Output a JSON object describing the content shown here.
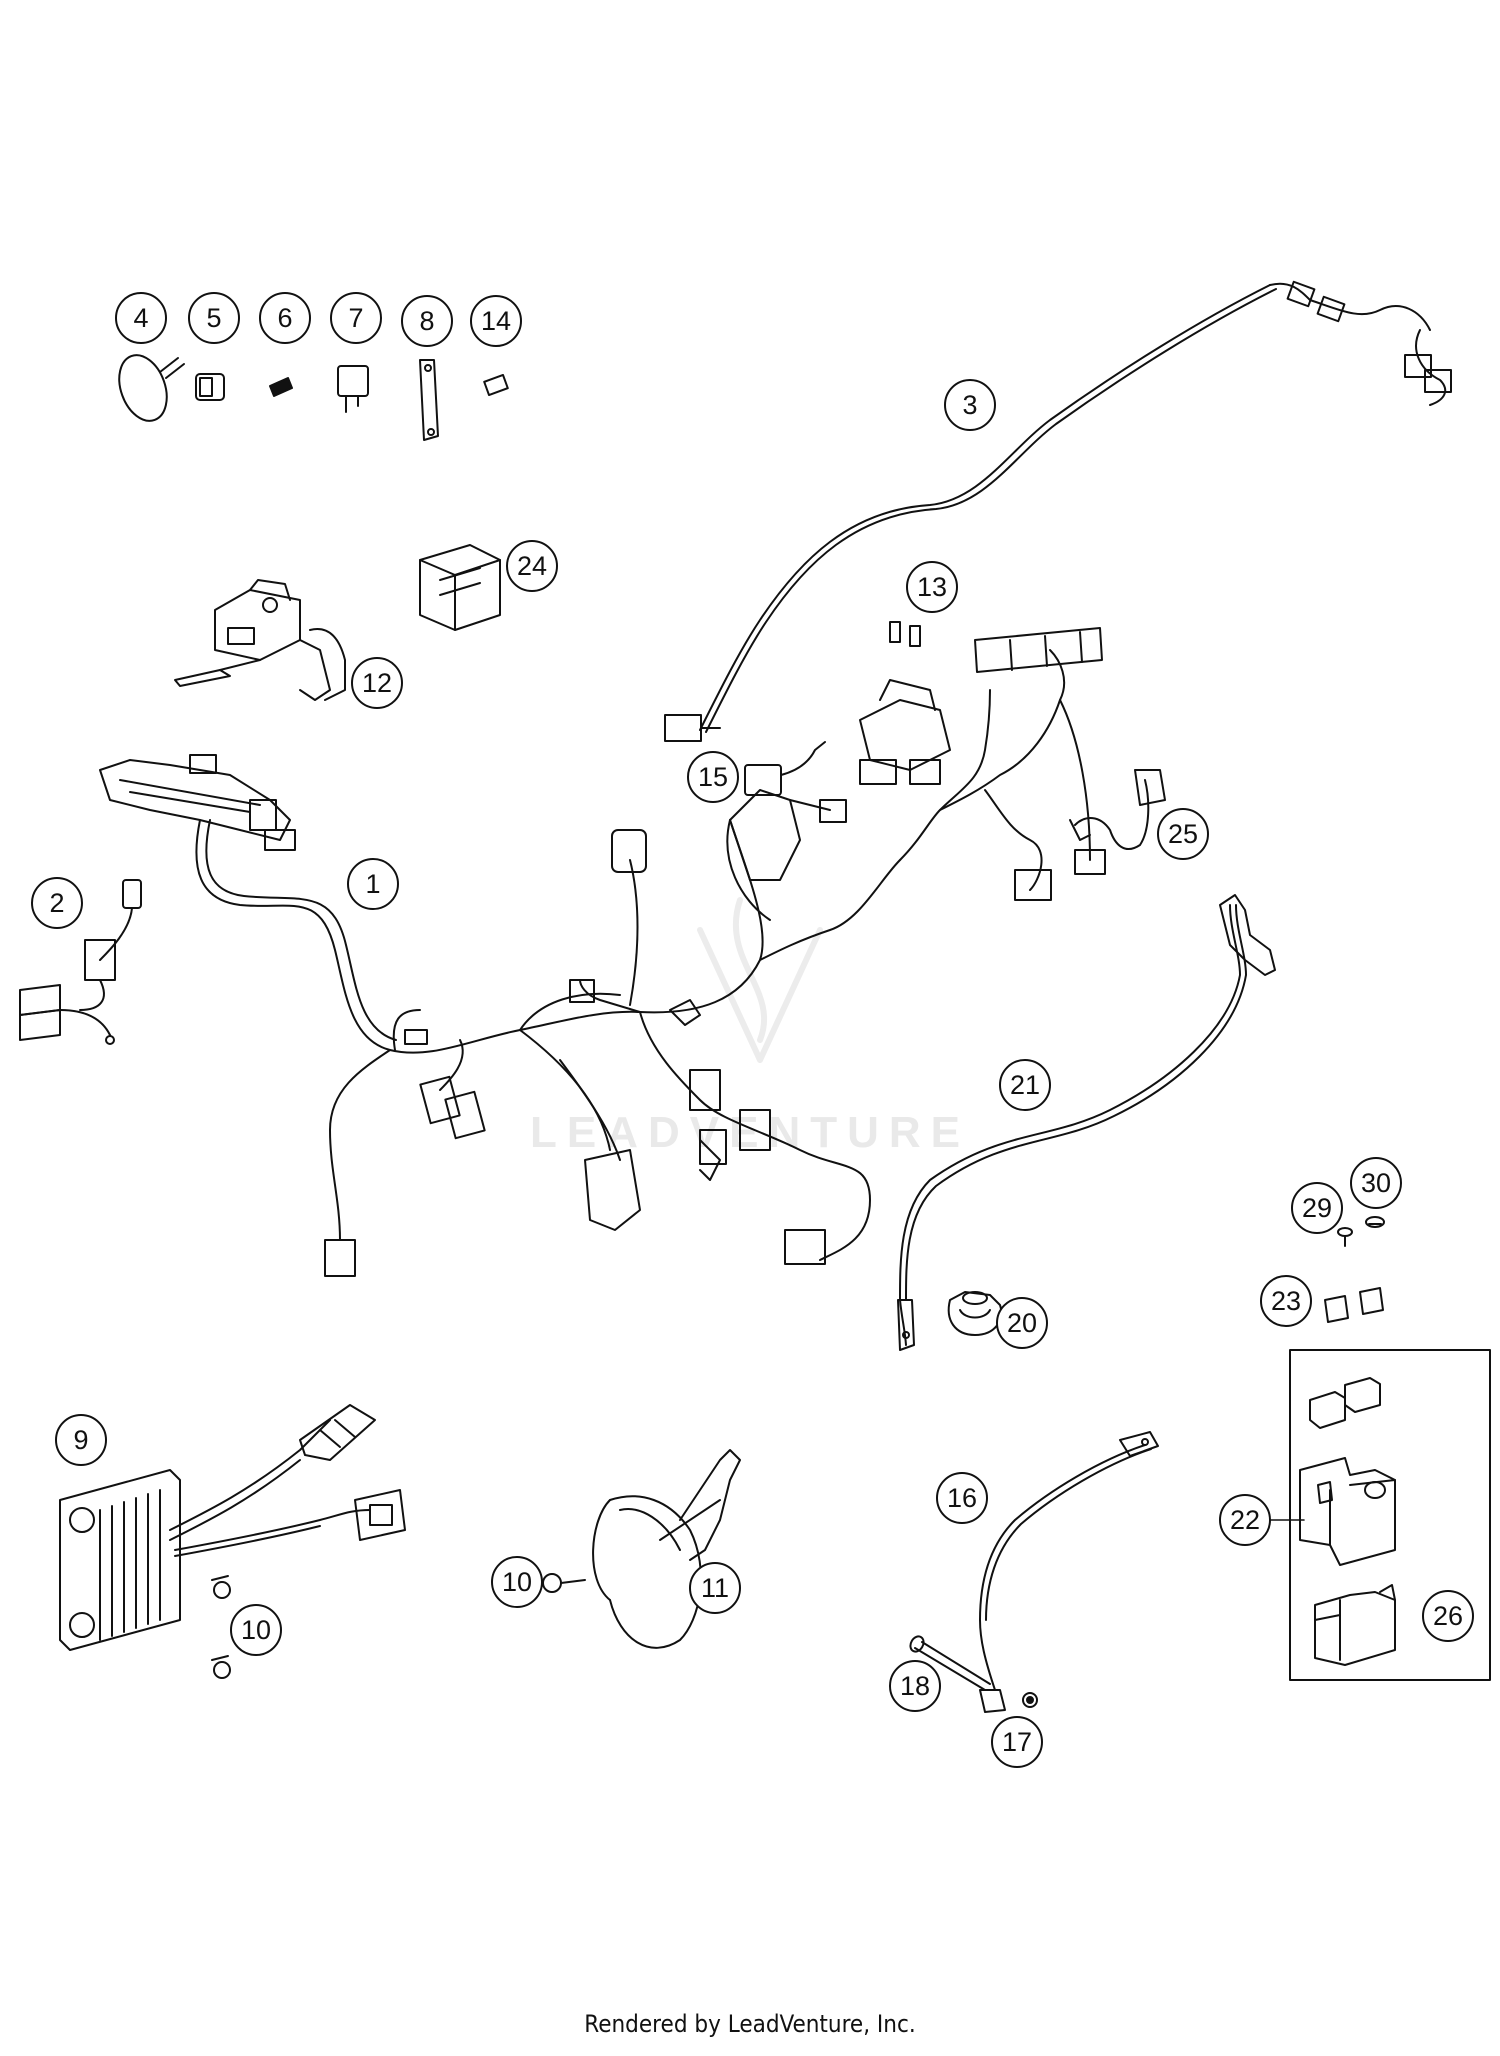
{
  "watermark": "LEADVENTURE",
  "footer": "Rendered by LeadVenture, Inc.",
  "callouts": {
    "c1": "1",
    "c2": "2",
    "c3": "3",
    "c4": "4",
    "c5": "5",
    "c6": "6",
    "c7": "7",
    "c8": "8",
    "c9": "9",
    "c10a": "10",
    "c10b": "10",
    "c11": "11",
    "c12": "12",
    "c13": "13",
    "c14": "14",
    "c15": "15",
    "c16": "16",
    "c17": "17",
    "c18": "18",
    "c20": "20",
    "c21": "21",
    "c22": "22",
    "c23": "23",
    "c24": "24",
    "c25": "25",
    "c26": "26",
    "c29": "29",
    "c30": "30"
  }
}
